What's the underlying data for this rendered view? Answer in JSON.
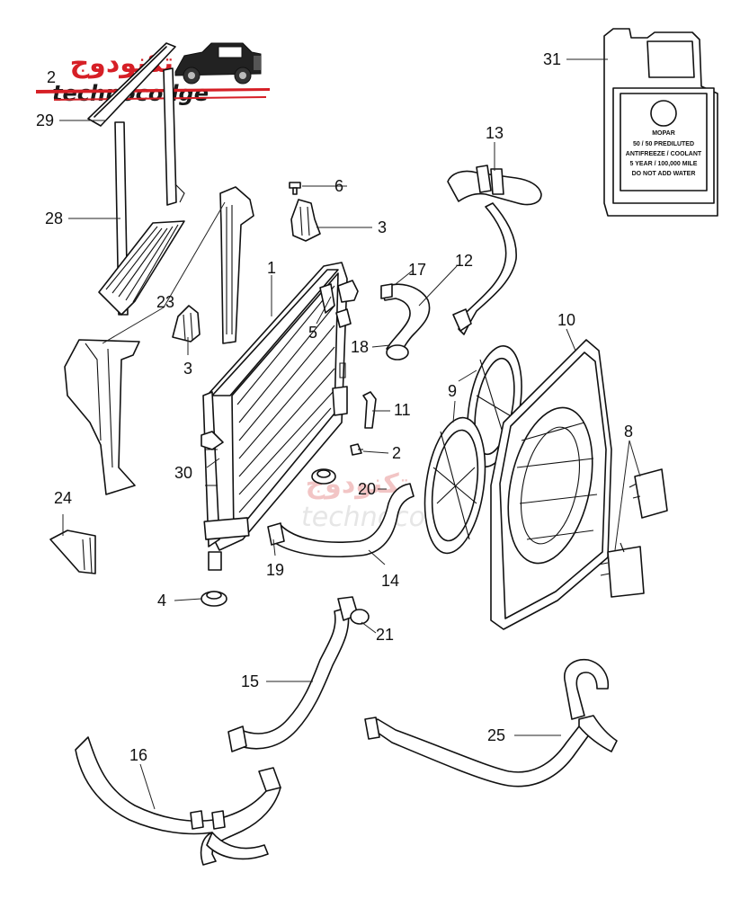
{
  "watermark": {
    "arabic": "تكنودوج",
    "latin": "technocodge"
  },
  "coolant_label": {
    "brand": "MOPAR",
    "line1": "50 / 50 PREDILUTED",
    "line2": "ANTIFREEZE / COOLANT",
    "line3": "5 YEAR / 100,000 MILE",
    "line4": "DO NOT ADD WATER"
  },
  "callouts": [
    {
      "id": "c1",
      "label": "1"
    },
    {
      "id": "c2a",
      "label": "2"
    },
    {
      "id": "c2b",
      "label": "2"
    },
    {
      "id": "c3a",
      "label": "3"
    },
    {
      "id": "c3b",
      "label": "3"
    },
    {
      "id": "c4",
      "label": "4"
    },
    {
      "id": "c5",
      "label": "5"
    },
    {
      "id": "c6",
      "label": "6"
    },
    {
      "id": "c8",
      "label": "8"
    },
    {
      "id": "c9",
      "label": "9"
    },
    {
      "id": "c10",
      "label": "10"
    },
    {
      "id": "c11",
      "label": "11"
    },
    {
      "id": "c12",
      "label": "12"
    },
    {
      "id": "c13",
      "label": "13"
    },
    {
      "id": "c14",
      "label": "14"
    },
    {
      "id": "c15",
      "label": "15"
    },
    {
      "id": "c16",
      "label": "16"
    },
    {
      "id": "c17",
      "label": "17"
    },
    {
      "id": "c18",
      "label": "18"
    },
    {
      "id": "c19",
      "label": "19"
    },
    {
      "id": "c20",
      "label": "20"
    },
    {
      "id": "c21",
      "label": "21"
    },
    {
      "id": "c23",
      "label": "23"
    },
    {
      "id": "c24",
      "label": "24"
    },
    {
      "id": "c25",
      "label": "25"
    },
    {
      "id": "c28",
      "label": "28"
    },
    {
      "id": "c29",
      "label": "29"
    },
    {
      "id": "c30",
      "label": "30"
    },
    {
      "id": "c31",
      "label": "31"
    }
  ]
}
